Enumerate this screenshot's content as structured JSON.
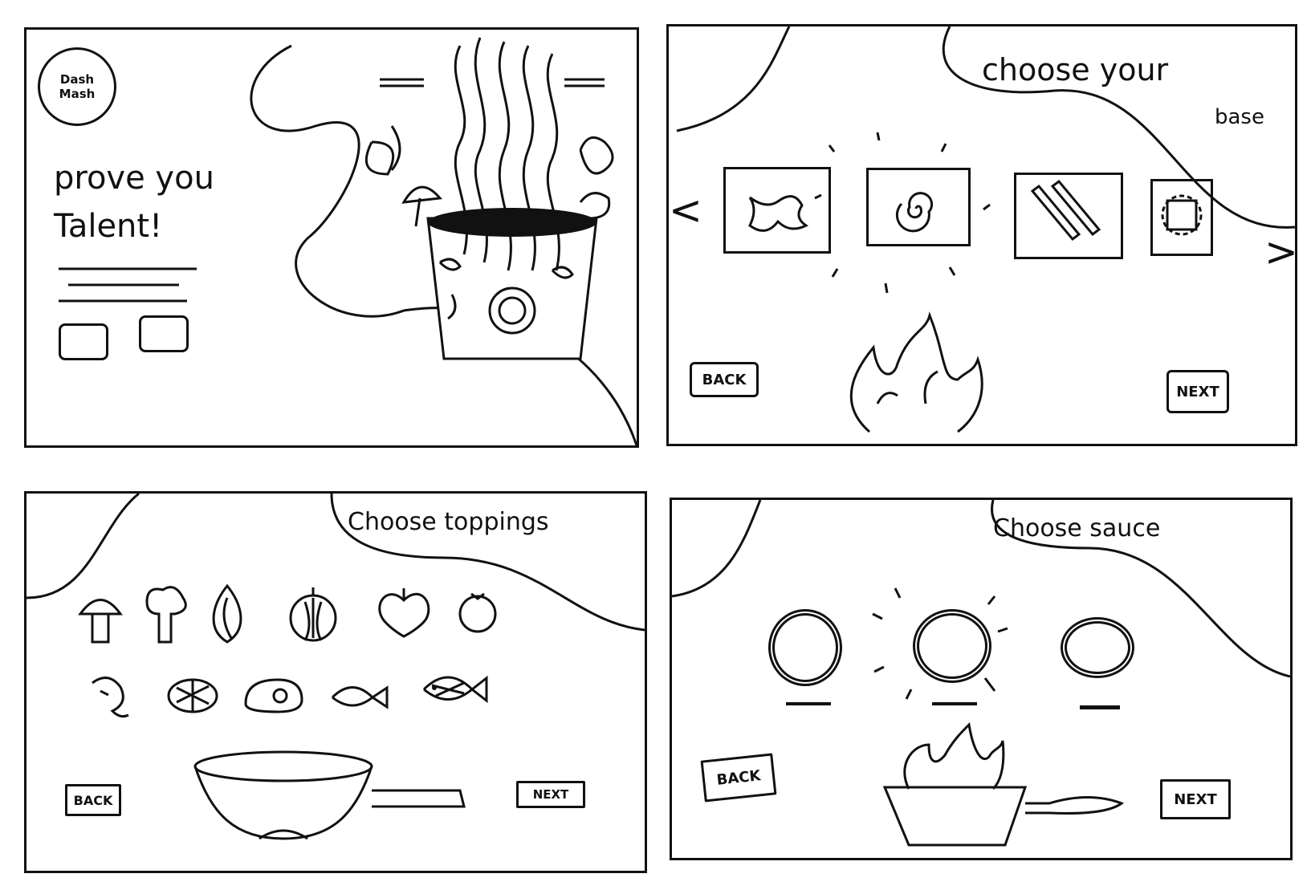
{
  "panels": {
    "start": {
      "logo_line1": "Dash",
      "logo_line2": "Mash",
      "headline_line1": "prove you",
      "headline_line2": "Talent!"
    },
    "base": {
      "title_line1": "choose your",
      "title_line2": "base",
      "prev_arrow": "<",
      "next_arrow": ">",
      "back_label": "BACK",
      "next_label": "NEXT"
    },
    "toppings": {
      "title": "Choose toppings",
      "back_label": "BACK",
      "next_label": "NEXT"
    },
    "sauce": {
      "title": "Choose sauce",
      "back_label": "BACK",
      "next_label": "NEXT"
    }
  }
}
